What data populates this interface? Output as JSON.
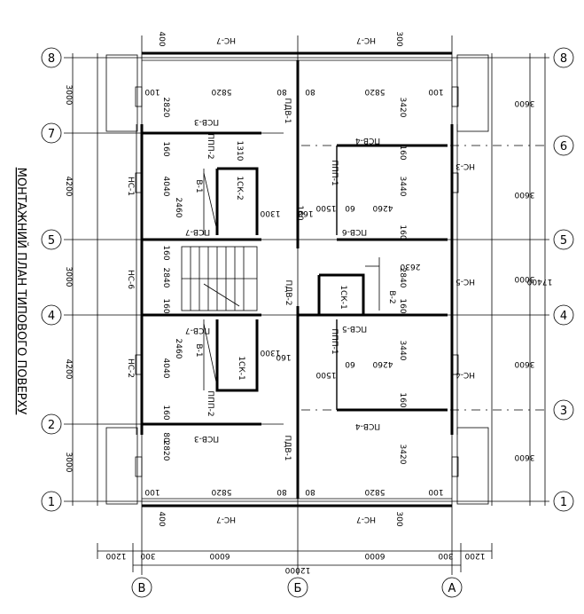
{
  "title": "МОНТАЖНИЙ ПЛАН ТИПОВОГО ПОВЕРХУ",
  "axes_left": [
    "8",
    "7",
    "5",
    "4",
    "2",
    "1"
  ],
  "axes_right": [
    "8",
    "6",
    "5",
    "4",
    "3",
    "1"
  ],
  "axes_bottom": [
    "В",
    "Б",
    "А"
  ],
  "dims_left": [
    "3000",
    "4200",
    "3000",
    "4200",
    "3000"
  ],
  "dims_right": [
    "3600",
    "3600",
    "3000",
    "3600",
    "3600"
  ],
  "dim_total_right": "17400",
  "dims_bottom": [
    "1200",
    "300",
    "6000",
    "6000",
    "300",
    "1200"
  ],
  "dim_total_bottom": "12000",
  "labels": {
    "ns7_top_a": "НС-7",
    "ns7_top_b": "НС-7",
    "ns7_bot_a": "НС-7",
    "ns7_bot_b": "НС-7",
    "ns1": "НС-1",
    "ns2": "НС-2",
    "ns3": "НС-3",
    "ns4": "НС-4",
    "ns5": "НС-5",
    "ns6": "НС-6",
    "psv3_top": "ПСВ-3",
    "psv3_bot": "ПСВ-3",
    "psv4_top": "ПСВ-4",
    "psv4_bot": "ПСВ-4",
    "psv5": "ПСВ-5",
    "psv6": "ПСВ-6",
    "psv7_a": "ПСВ-7",
    "psv7_b": "ПСВ-7",
    "pdv1_top": "ПДВ-1",
    "pdv1_bot": "ПДВ-1",
    "pdv2": "ПДВ-2",
    "ppp1_a": "ППП-1",
    "ppp1_b": "ППП-1",
    "ppp2_a": "ППП-2",
    "ppp2_b": "ППП-2",
    "v1_a": "В-1",
    "v1_b": "В-1",
    "v2": "В-2",
    "sk1_a": "1СК-1",
    "sk1_b": "1СК-1",
    "sk2": "1СК-2",
    "d400_t": "400",
    "d300_t": "300",
    "d400_b": "400",
    "d300_b": "300",
    "d100_a": "100",
    "d5820_a": "5820",
    "d80_a": "80",
    "d80_b": "80",
    "d5820_b": "5820",
    "d100_b": "100",
    "d100_c": "100",
    "d5820_c": "5820",
    "d80_c": "80",
    "d80_d": "80",
    "d5820_d": "5820",
    "d100_d": "100",
    "d2820_a": "2820",
    "d2820_b": "2820",
    "d3420_a": "3420",
    "d3420_b": "3420",
    "d160_a": "160",
    "d4040_a": "4040",
    "d2460_a": "2460",
    "d160_b": "160",
    "d2840_a": "2840",
    "d160_c": "160",
    "d4040_b": "4040",
    "d2460_b": "2460",
    "d160_d": "160",
    "d80_e": "80",
    "d1310": "1310",
    "d1300_a": "1300",
    "d1300_b": "1300",
    "d160_e": "160",
    "d1500_a": "1500",
    "d1500_b": "1500",
    "d60_a": "60",
    "d60_b": "60",
    "d4260_a": "4260",
    "d4260_b": "4260",
    "d3440_a": "3440",
    "d3440_b": "3440",
    "d2840_b": "2840",
    "d2630": "2630",
    "d160_f": "160",
    "d160_g": "160",
    "d160_h": "160",
    "d160_i": "160",
    "d160_j": "160",
    "d160_k": "160"
  }
}
